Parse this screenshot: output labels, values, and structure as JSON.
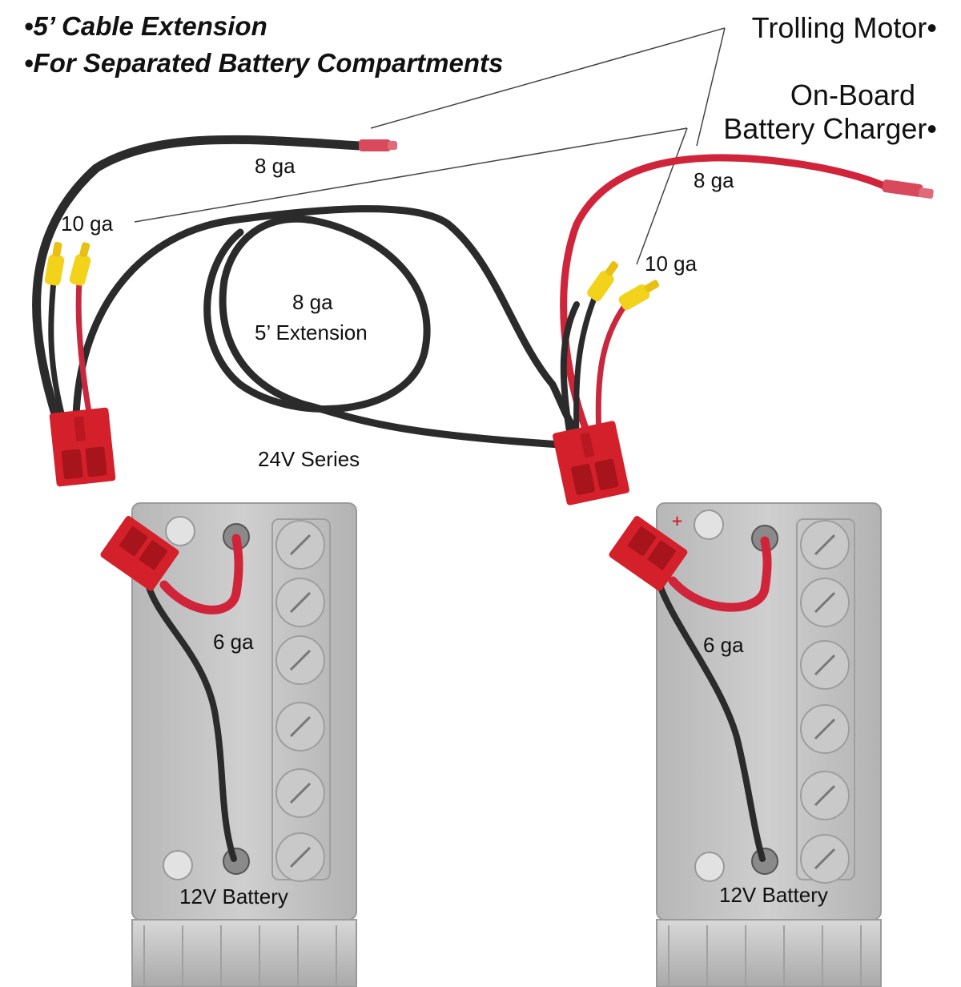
{
  "headings": {
    "line1": "•5’ Cable Extension",
    "line2": "•For Separated Battery Compartments"
  },
  "destinations": {
    "trolling_motor": "Trolling Motor•",
    "charger_line1": "On-Board",
    "charger_line2": "Battery Charger•"
  },
  "gauges": {
    "left_8ga": "8 ga",
    "left_10ga": "10 ga",
    "extension_8ga": "8 ga",
    "extension_label": "5’ Extension",
    "right_8ga": "8 ga",
    "right_10ga": "10 ga",
    "jumper_left_6ga": "6 ga",
    "jumper_right_6ga": "6 ga"
  },
  "series_label": "24V Series",
  "batteries": [
    {
      "label": "12V Battery"
    },
    {
      "label": "12V Battery"
    }
  ],
  "colors": {
    "wire_black": "#2b2b2b",
    "wire_red": "#d0243a",
    "connector_red": "#d4202a",
    "terminal_yellow": "#f2d21b",
    "battery_gray": "#bdbdbd"
  }
}
